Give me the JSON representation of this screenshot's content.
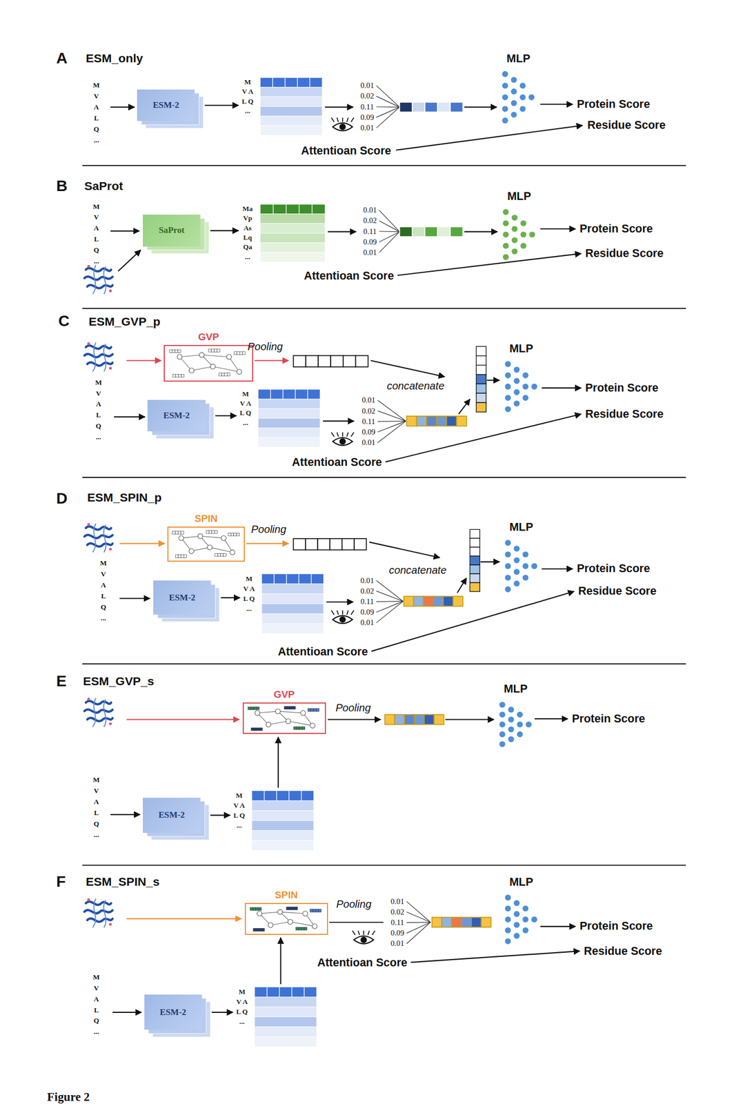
{
  "diagram": {
    "nodes": [
      {
        "text": [
          "ESM-2"
        ]
      },
      {
        "text": [
          "M V A L Q ..."
        ]
      },
      {
        "text": [
          "MLP"
        ]
      },
      {
        "text": [
          "SaProt"
        ]
      },
      {
        "text": [
          "Ma Vp As Lq Qa ..."
        ]
      },
      {
        "text": [
          "MLP"
        ]
      },
      {
        "text": [
          "GVP"
        ]
      },
      {
        "text": [
          "ESM-2"
        ]
      },
      {
        "text": [
          "M V A L Q ..."
        ]
      },
      {
        "text": [
          "MLP"
        ]
      },
      {
        "text": [
          "SPIN"
        ]
      },
      {
        "text": [
          "ESM-2"
        ]
      },
      {
        "text": [
          "M V A L Q ..."
        ]
      },
      {
        "text": [
          "MLP"
        ]
      },
      {
        "text": [
          "GVP"
        ]
      },
      {
        "text": [
          "ESM-2"
        ]
      },
      {
        "text": [
          "M V A L Q ..."
        ]
      },
      {
        "text": [
          "MLP"
        ]
      },
      {
        "text": [
          "SPIN"
        ]
      },
      {
        "text": [
          "ESM-2"
        ]
      },
      {
        "text": [
          "M V A L Q ..."
        ]
      },
      {
        "text": [
          "MLP"
        ]
      }
    ],
    "edges": [
      {
        "from": 0,
        "to": 1,
        "arrow": "to"
      },
      {
        "from": 3,
        "to": 4,
        "arrow": "to"
      },
      {
        "from": 7,
        "to": 8,
        "arrow": "to"
      },
      {
        "from": 11,
        "to": 12,
        "arrow": "to"
      },
      {
        "from": 15,
        "to": 16,
        "arrow": "to"
      },
      {
        "from": 16,
        "to": 14,
        "arrow": "to"
      },
      {
        "from": 19,
        "to": 20,
        "arrow": "to"
      },
      {
        "from": 20,
        "to": 18,
        "arrow": "to"
      }
    ],
    "labels": [
      "A",
      "ESM_only",
      "M V A L Q ...",
      "0.01 0.02 0.11 0.09 0.01",
      "Attentioan Score",
      "Protein Score",
      "Residue Score",
      "B",
      "SaProt",
      "M V A L Q ...",
      "0.01 0.02 0.11 0.09 0.01",
      "Attentioan Score",
      "Protein Score",
      "Residue Score",
      "C",
      "ESM_GVP_p",
      "M V A L Q ...",
      "Pooling",
      "0.01 0.02 0.11 0.09 0.01",
      "concatenate",
      "Attentioan Score",
      "Protein Score",
      "Residue Score",
      "D",
      "ESM_SPIN_p",
      "M V A L Q ...",
      "Pooling",
      "0.01 0.02 0.11 0.09 0.01",
      "concatenate",
      "Attentioan Score",
      "Protein Score",
      "Residue Score",
      "E",
      "ESM_GVP_s",
      "Pooling",
      "M V A L Q ...",
      "Protein Score",
      "F",
      "ESM_SPIN_s",
      "Pooling",
      "0.01 0.02 0.11 0.09 0.01",
      "Attentioan Score",
      "Protein Score",
      "Residue Score",
      "M V A L Q ...",
      "Figure 2"
    ]
  }
}
